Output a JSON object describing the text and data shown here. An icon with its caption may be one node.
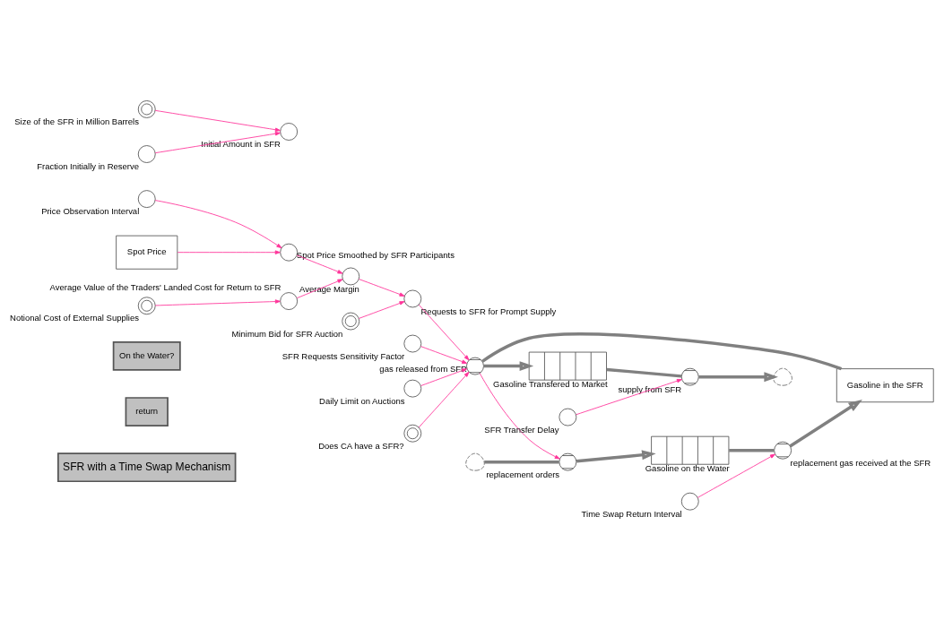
{
  "diagram": {
    "nodes": [
      {
        "text": [
          "SFR with a Time Swap Mechanism"
        ]
      },
      {
        "text": [
          "return"
        ]
      },
      {
        "text": [
          "On the Water?"
        ]
      },
      {
        "text": [
          "Price Observation Interval"
        ]
      },
      {
        "text": [
          "Spot Price"
        ]
      },
      {
        "text": [
          "Spot Price Smoothed by SFR Participants"
        ]
      },
      {
        "text": [
          "Average Margin"
        ]
      },
      {
        "text": [
          "Average Value of the Traders' Landed Cost for Return to SFR"
        ]
      },
      {
        "text": [
          "Notional Cost of External Supplies"
        ]
      },
      {
        "text": [
          "Minimum Bid for SFR Auction"
        ]
      },
      {
        "text": [
          "Requests to SFR for Prompt Supply"
        ]
      },
      {
        "text": [
          "Size of the SFR in Million Barrels"
        ]
      },
      {
        "text": [
          "Fraction Initially in Reserve"
        ]
      },
      {
        "text": [
          "Initial Amount in SFR"
        ]
      },
      {
        "text": [
          "SFR Requests Sensitivity Factor"
        ]
      },
      {
        "text": [
          "Daily Limit on Auctions"
        ]
      },
      {
        "text": [
          "Does CA have a SFR?"
        ]
      },
      {
        "text": [
          "Gasoline in the SFR"
        ]
      },
      {
        "text": [
          "gas released from SFR"
        ]
      },
      {
        "text": [
          "Gasoline Transfered to Market"
        ]
      },
      {
        "text": [
          "supply from SFR"
        ]
      },
      {
        "text": [],
        "shape": "cloud"
      },
      {
        "text": [
          "SFR Transfer Delay"
        ]
      },
      {
        "text": [
          "replacement orders"
        ]
      },
      {
        "text": [],
        "shape": "cloud"
      },
      {
        "text": [
          "Gasoline on the Water"
        ]
      },
      {
        "text": [
          "replacement gas received at the SFR"
        ]
      },
      {
        "text": [
          "Time Swap Return Interval"
        ]
      }
    ],
    "edges": [
      {
        "from": 3,
        "to": 5,
        "arrow": "to"
      },
      {
        "from": 4,
        "to": 5,
        "arrow": "to"
      },
      {
        "from": 5,
        "to": 6,
        "arrow": "to"
      },
      {
        "from": 7,
        "to": 6,
        "arrow": "to"
      },
      {
        "from": 8,
        "to": 7,
        "arrow": "to"
      },
      {
        "from": 6,
        "to": 10,
        "arrow": "to"
      },
      {
        "from": 9,
        "to": 10,
        "arrow": "to"
      },
      {
        "from": 11,
        "to": 13,
        "arrow": "to"
      },
      {
        "from": 12,
        "to": 13,
        "arrow": "to"
      },
      {
        "from": 10,
        "to": 18,
        "arrow": "to"
      },
      {
        "from": 14,
        "to": 18,
        "arrow": "to"
      },
      {
        "from": 15,
        "to": 18,
        "arrow": "to"
      },
      {
        "from": 16,
        "to": 18,
        "arrow": "to"
      },
      {
        "from": 18,
        "to": 23,
        "arrow": "to"
      },
      {
        "from": 22,
        "to": 20,
        "arrow": "to"
      },
      {
        "from": 27,
        "to": 26,
        "arrow": "to"
      },
      {
        "from": 17,
        "to": 18,
        "arrow": "none",
        "style": "thick",
        "color": "#808080"
      },
      {
        "from": 18,
        "to": 19,
        "arrow": "to",
        "style": "thick",
        "color": "#808080"
      },
      {
        "from": 19,
        "to": 20,
        "arrow": "none",
        "style": "thick",
        "color": "#808080"
      },
      {
        "from": 20,
        "to": 21,
        "arrow": "to",
        "style": "thick",
        "color": "#808080"
      },
      {
        "from": 24,
        "to": 23,
        "arrow": "none",
        "style": "thick",
        "color": "#808080"
      },
      {
        "from": 23,
        "to": 25,
        "arrow": "to",
        "style": "thick",
        "color": "#808080"
      },
      {
        "from": 25,
        "to": 26,
        "arrow": "none",
        "style": "thick",
        "color": "#808080"
      },
      {
        "from": 26,
        "to": 17,
        "arrow": "to",
        "style": "thick",
        "color": "#808080"
      }
    ]
  }
}
